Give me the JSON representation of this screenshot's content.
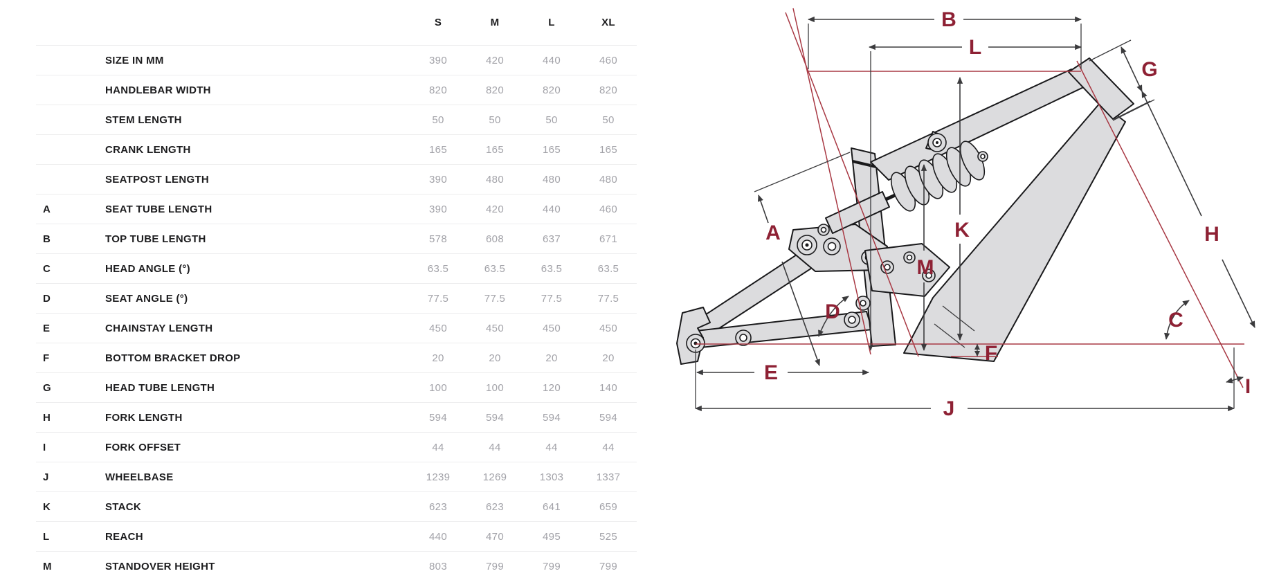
{
  "page": {
    "background": "#ffffff"
  },
  "table": {
    "size_header": [
      "S",
      "M",
      "L",
      "XL"
    ],
    "rows": [
      {
        "letter": "",
        "label": "SIZE IN MM",
        "values": [
          "390",
          "420",
          "440",
          "460"
        ]
      },
      {
        "letter": "",
        "label": "HANDLEBAR WIDTH",
        "values": [
          "820",
          "820",
          "820",
          "820"
        ]
      },
      {
        "letter": "",
        "label": "STEM LENGTH",
        "values": [
          "50",
          "50",
          "50",
          "50"
        ]
      },
      {
        "letter": "",
        "label": "CRANK LENGTH",
        "values": [
          "165",
          "165",
          "165",
          "165"
        ]
      },
      {
        "letter": "",
        "label": "SEATPOST LENGTH",
        "values": [
          "390",
          "480",
          "480",
          "480"
        ]
      },
      {
        "letter": "A",
        "label": "SEAT TUBE LENGTH",
        "values": [
          "390",
          "420",
          "440",
          "460"
        ]
      },
      {
        "letter": "B",
        "label": "TOP TUBE LENGTH",
        "values": [
          "578",
          "608",
          "637",
          "671"
        ]
      },
      {
        "letter": "C",
        "label": "HEAD ANGLE (°)",
        "values": [
          "63.5",
          "63.5",
          "63.5",
          "63.5"
        ]
      },
      {
        "letter": "D",
        "label": "SEAT ANGLE (°)",
        "values": [
          "77.5",
          "77.5",
          "77.5",
          "77.5"
        ]
      },
      {
        "letter": "E",
        "label": "CHAINSTAY LENGTH",
        "values": [
          "450",
          "450",
          "450",
          "450"
        ]
      },
      {
        "letter": "F",
        "label": "BOTTOM BRACKET DROP",
        "values": [
          "20",
          "20",
          "20",
          "20"
        ]
      },
      {
        "letter": "G",
        "label": "HEAD TUBE LENGTH",
        "values": [
          "100",
          "100",
          "120",
          "140"
        ]
      },
      {
        "letter": "H",
        "label": "FORK LENGTH",
        "values": [
          "594",
          "594",
          "594",
          "594"
        ]
      },
      {
        "letter": "I",
        "label": "FORK OFFSET",
        "values": [
          "44",
          "44",
          "44",
          "44"
        ]
      },
      {
        "letter": "J",
        "label": "WHEELBASE",
        "values": [
          "1239",
          "1269",
          "1303",
          "1337"
        ]
      },
      {
        "letter": "K",
        "label": "STACK",
        "values": [
          "623",
          "623",
          "641",
          "659"
        ]
      },
      {
        "letter": "L",
        "label": "REACH",
        "values": [
          "440",
          "470",
          "495",
          "525"
        ]
      },
      {
        "letter": "M",
        "label": "STANDOVER HEIGHT",
        "values": [
          "803",
          "799",
          "799",
          "799"
        ]
      }
    ]
  },
  "diagram": {
    "type": "full-suspension-mtb-frame-geometry",
    "dimension_letters": {
      "A": "A",
      "B": "B",
      "C": "C",
      "D": "D",
      "E": "E",
      "F": "F",
      "G": "G",
      "H": "H",
      "I": "I",
      "J": "J",
      "K": "K",
      "L": "L",
      "M": "M"
    },
    "colors": {
      "letter": "#8e2134",
      "construction_line": "#a83843",
      "dimension_line": "#3b3b3d",
      "frame_fill": "#dcdcde",
      "frame_stroke": "#19191b"
    }
  }
}
